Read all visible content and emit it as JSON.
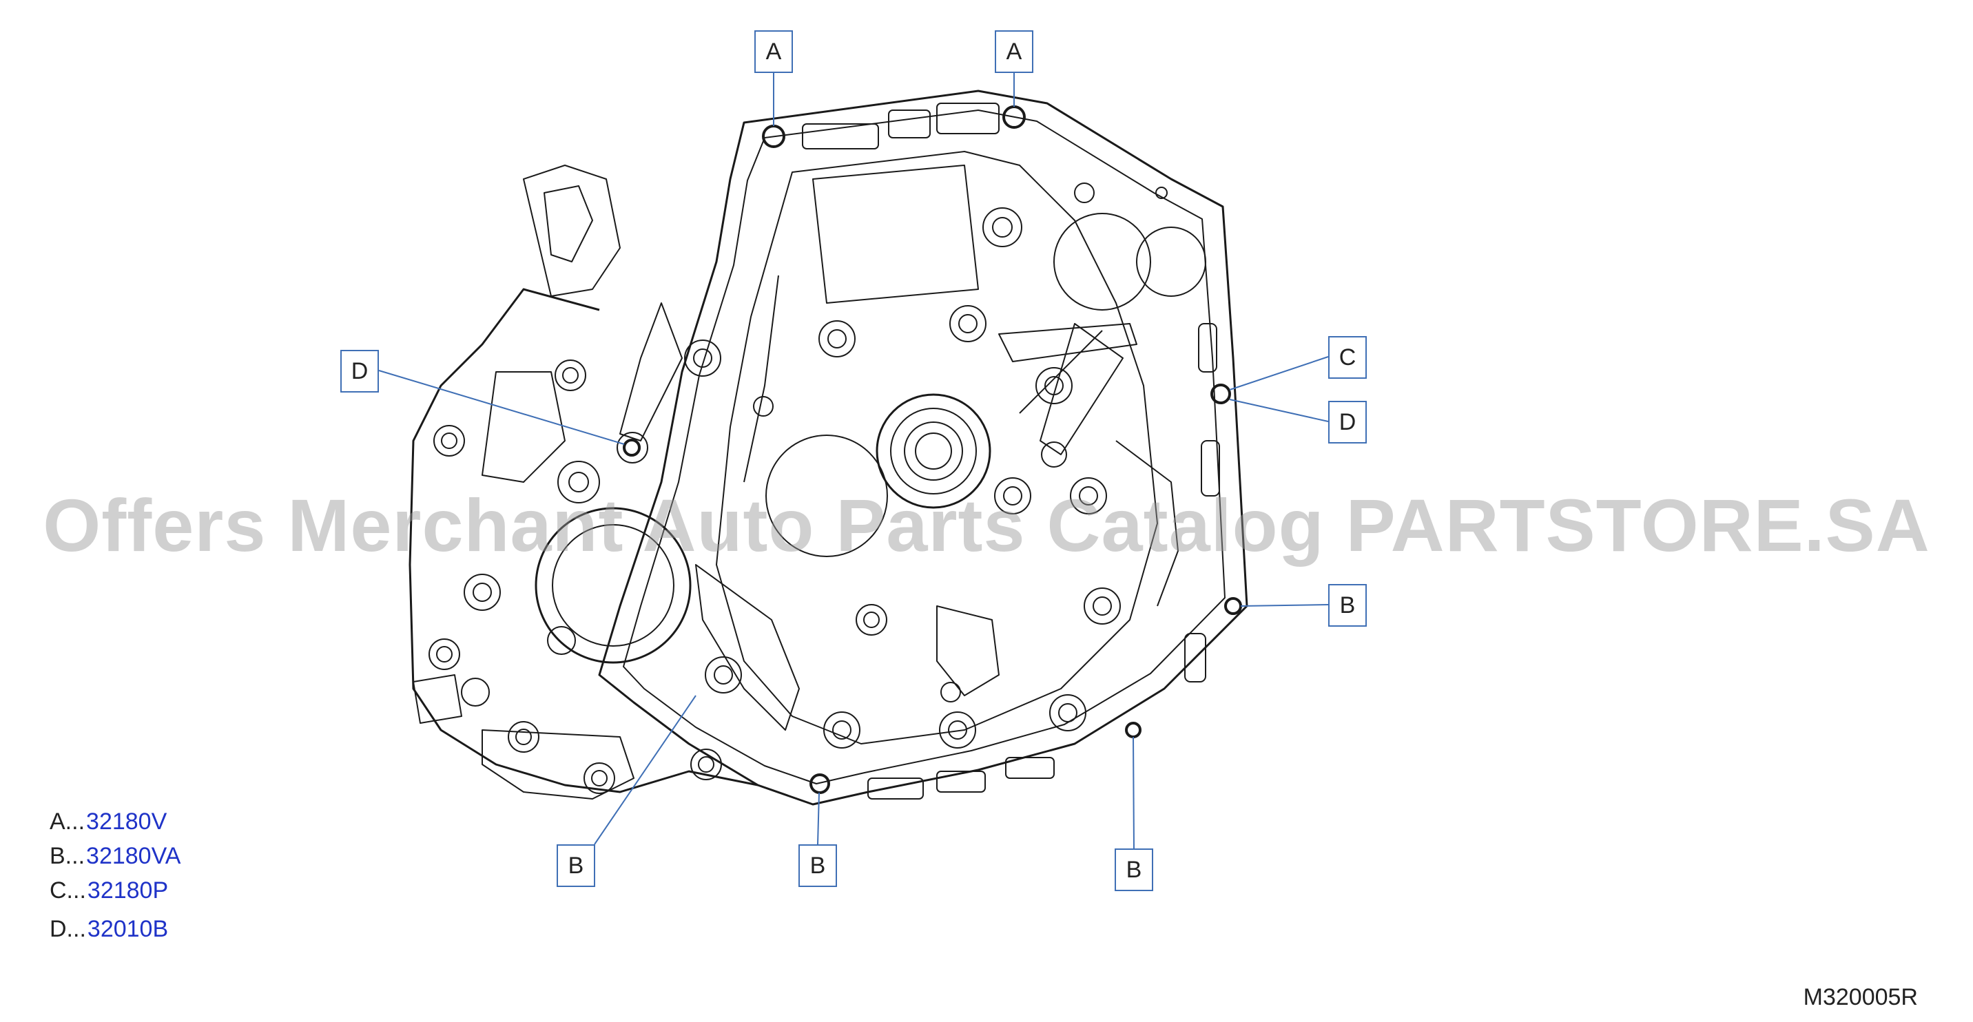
{
  "callouts": [
    {
      "letter": "A"
    },
    {
      "letter": "A"
    },
    {
      "letter": "C"
    },
    {
      "letter": "D"
    },
    {
      "letter": "D"
    },
    {
      "letter": "B"
    },
    {
      "letter": "B"
    },
    {
      "letter": "B"
    },
    {
      "letter": "B"
    }
  ],
  "legend": [
    {
      "letter": "A...",
      "part": "32180V"
    },
    {
      "letter": "B...",
      "part": "32180VA"
    },
    {
      "letter": "C...",
      "part": "32180P"
    },
    {
      "letter": "D...",
      "part": "32010B"
    }
  ],
  "diagram_ref": "M320005R",
  "watermark": "Offers Merchant Auto Parts Catalog PARTSTORE.SA",
  "colors": {
    "callout_border": "#3f6fb5",
    "part_link": "#1f33c8",
    "line": "#1a1a1a"
  }
}
